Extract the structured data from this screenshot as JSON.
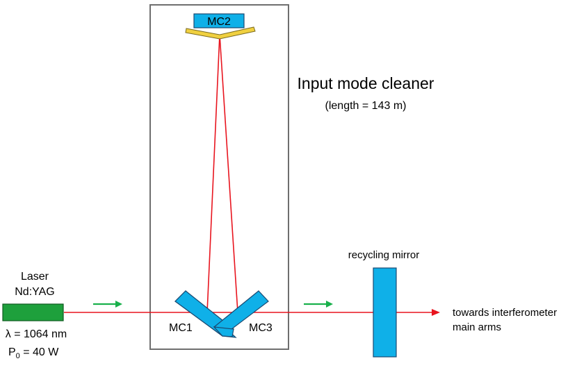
{
  "labels": {
    "mc_title": "Input mode cleaner",
    "mc_length": "(length = 143 m)",
    "mc1": "MC1",
    "mc2": "MC2",
    "mc3": "MC3",
    "laser_line1": "Laser",
    "laser_line2": "Nd:YAG",
    "wavelength": "λ = 1064 nm",
    "power_prefix": "P",
    "power_sub": "0",
    "power_suffix": " = 40 W",
    "recycling_mirror": "recycling mirror",
    "output_line1": "towards interferometer",
    "output_line2": "main arms"
  },
  "colors": {
    "beam": "#e8141e",
    "mirror": "#0fb0e8",
    "mirror_outline": "#1b4a72",
    "laser": "#1ea03c",
    "laser_outline": "#0f5a20",
    "arrow": "#19b04b",
    "mc2_substrate": "#f0d040",
    "enclosure": "#6e6e6e"
  }
}
